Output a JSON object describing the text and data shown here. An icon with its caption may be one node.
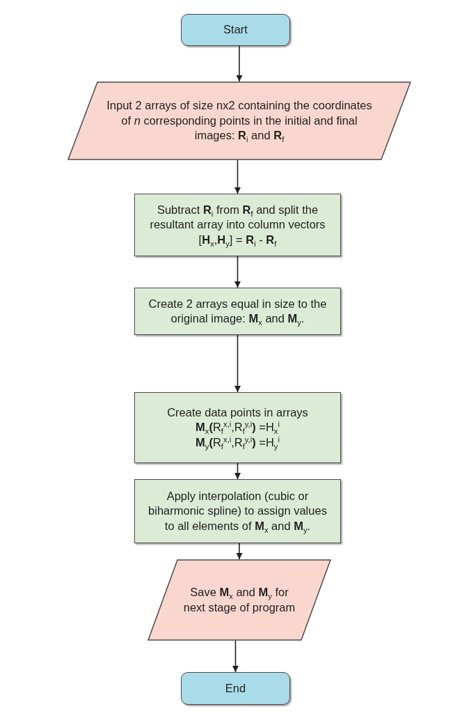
{
  "diagram": {
    "nodes": [
      {
        "text": [
          "Start"
        ]
      },
      {
        "text": [
          "Input 2 arrays of size nx2 containing the coordinates of *n* corresponding points in the initial and final images: **R**$_{i}$ and **R**$_{f}$"
        ]
      },
      {
        "text": [
          "Subtract **R**$_{i}$ from **R**$_{f}$ and split the resultant array into column vectors",
          "[**H**$_{x}$,**H**$_{y}$] = **R**$_{i}$ - **R**$_{f}$"
        ]
      },
      {
        "text": [
          "Create 2 arrays equal in size to the original image: **M**$_{x}$ and **M**$_{y}$."
        ]
      },
      {
        "text": [
          "Create data points in arrays",
          "**M**$_{x}$**(**R$_{f}$$^{x,i}$,R$_{f}$$^{y,i}$**)** =H$_{x}$$^{i}$",
          "**M**$_{y}$**(**R$_{f}$$^{x,i}$,R$_{f}$$^{y,i}$**)** =H$_{y}$$^{i}$"
        ]
      },
      {
        "text": [
          "Apply interpolation (cubic or biharmonic spline) to assign values to all elements of **M**$_{x}$ and **M**$_{y}$."
        ]
      },
      {
        "text": [
          "Save **M**$_{x}$ and **M**$_{y}$ for next stage of program"
        ]
      },
      {
        "text": [
          "End"
        ]
      }
    ],
    "edges": [
      {
        "from": 0,
        "to": 1,
        "arrow": "to"
      },
      {
        "from": 1,
        "to": 2,
        "arrow": "to"
      },
      {
        "from": 2,
        "to": 3,
        "arrow": "to"
      },
      {
        "from": 3,
        "to": 4,
        "arrow": "to"
      },
      {
        "from": 4,
        "to": 5,
        "arrow": "to"
      },
      {
        "from": 5,
        "to": 6,
        "arrow": "to"
      },
      {
        "from": 6,
        "to": 7,
        "arrow": "to"
      }
    ]
  }
}
